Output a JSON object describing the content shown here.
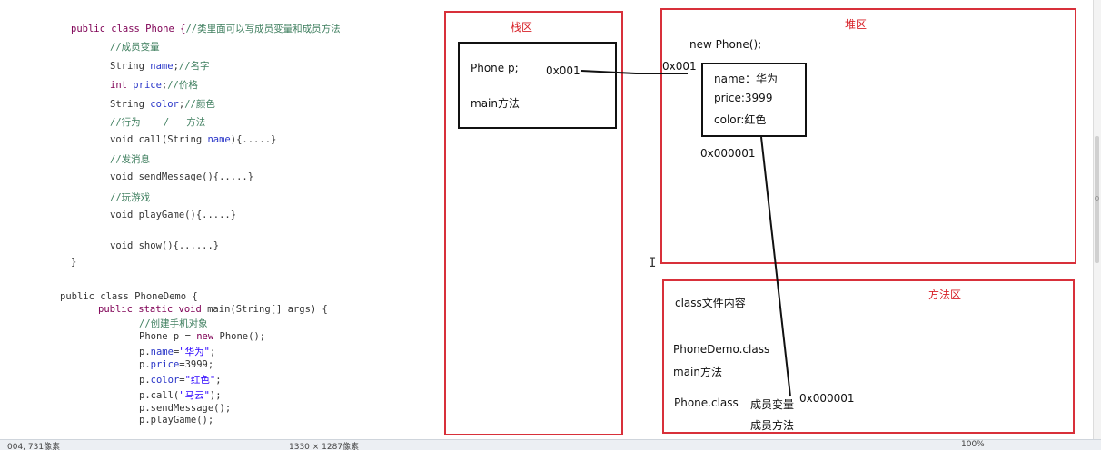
{
  "code": {
    "phone_class": [
      {
        "parts": [
          {
            "t": "public class Phone {",
            "c": "kw"
          },
          {
            "t": "//类里面可以写成员变量和成员方法",
            "c": "cm"
          }
        ]
      },
      {
        "parts": [
          {
            "t": "//成员变量",
            "c": "cm"
          }
        ]
      },
      {
        "parts": [
          {
            "t": "String ",
            "c": ""
          },
          {
            "t": "name",
            "c": "var"
          },
          {
            "t": ";",
            "c": ""
          },
          {
            "t": "//名字",
            "c": "cm"
          }
        ]
      },
      {
        "parts": [
          {
            "t": "int ",
            "c": "kw"
          },
          {
            "t": "price",
            "c": "var"
          },
          {
            "t": ";",
            "c": ""
          },
          {
            "t": "//价格",
            "c": "cm"
          }
        ]
      },
      {
        "parts": [
          {
            "t": "String ",
            "c": ""
          },
          {
            "t": "color",
            "c": "var"
          },
          {
            "t": ";",
            "c": ""
          },
          {
            "t": "//颜色",
            "c": "cm"
          }
        ]
      },
      {
        "parts": [
          {
            "t": "//行为    /   方法",
            "c": "cm"
          }
        ]
      },
      {
        "parts": [
          {
            "t": "void call(String ",
            "c": ""
          },
          {
            "t": "name",
            "c": "var"
          },
          {
            "t": "){.....}",
            "c": ""
          }
        ]
      },
      {
        "parts": [
          {
            "t": "//发消息",
            "c": "cm"
          }
        ]
      },
      {
        "parts": [
          {
            "t": "void sendMessage(){.....}",
            "c": ""
          }
        ]
      },
      {
        "parts": [
          {
            "t": "//玩游戏",
            "c": "cm"
          }
        ]
      },
      {
        "parts": [
          {
            "t": "void playGame(){.....}",
            "c": ""
          }
        ]
      },
      {
        "parts": [
          {
            "t": "void show(){......}",
            "c": ""
          }
        ]
      },
      {
        "parts": [
          {
            "t": "}",
            "c": ""
          }
        ]
      }
    ],
    "demo_class": [
      {
        "parts": [
          {
            "t": "public class PhoneDemo {",
            "c": ""
          }
        ]
      },
      {
        "parts": [
          {
            "t": "public static void ",
            "c": "kw"
          },
          {
            "t": "main(String[] args) {",
            "c": ""
          }
        ]
      },
      {
        "parts": [
          {
            "t": "//创建手机对象",
            "c": "cm"
          }
        ]
      },
      {
        "parts": [
          {
            "t": "Phone p = ",
            "c": ""
          },
          {
            "t": "new ",
            "c": "kw"
          },
          {
            "t": "Phone();",
            "c": ""
          }
        ]
      },
      {
        "parts": [
          {
            "t": "p.",
            "c": ""
          },
          {
            "t": "name",
            "c": "var"
          },
          {
            "t": "=",
            "c": ""
          },
          {
            "t": "\"华为\"",
            "c": "str"
          },
          {
            "t": ";",
            "c": ""
          }
        ]
      },
      {
        "parts": [
          {
            "t": "p.",
            "c": ""
          },
          {
            "t": "price",
            "c": "var"
          },
          {
            "t": "=3999;",
            "c": ""
          }
        ]
      },
      {
        "parts": [
          {
            "t": "p.",
            "c": ""
          },
          {
            "t": "color",
            "c": "var"
          },
          {
            "t": "=",
            "c": ""
          },
          {
            "t": "\"红色\"",
            "c": "str"
          },
          {
            "t": ";",
            "c": ""
          }
        ]
      },
      {
        "parts": [
          {
            "t": "p.call(",
            "c": ""
          },
          {
            "t": "\"马云\"",
            "c": "str"
          },
          {
            "t": ");",
            "c": ""
          }
        ]
      },
      {
        "parts": [
          {
            "t": "p.sendMessage();",
            "c": ""
          }
        ]
      },
      {
        "parts": [
          {
            "t": "p.playGame();",
            "c": ""
          }
        ]
      }
    ]
  },
  "stack": {
    "title": "栈区",
    "var_label": "Phone p;",
    "var_value": "0x001",
    "frame_label": "main方法"
  },
  "heap": {
    "title": "堆区",
    "new_expr": "new Phone();",
    "address": "0x001",
    "fields": [
      "name：华为",
      "price:3999",
      "color:红色"
    ],
    "method_ref": "0x000001"
  },
  "method_area": {
    "title": "方法区",
    "header": "class文件内容",
    "demo_class": "PhoneDemo.class",
    "demo_method": "main方法",
    "phone_class": "Phone.class",
    "phone_vars": "成员变量",
    "phone_methods": "成员方法",
    "phone_address": "0x000001"
  },
  "statusbar": {
    "left": "004, 731像素",
    "middle": "1330 × 1287像素",
    "zoom": "100%"
  },
  "colors": {
    "zone_border": "#d8303a",
    "zone_title": "#d8232a",
    "keyword": "#7f0055",
    "variable": "#2a36c8",
    "comment": "#3f7f5f",
    "string": "#2a00ff"
  }
}
